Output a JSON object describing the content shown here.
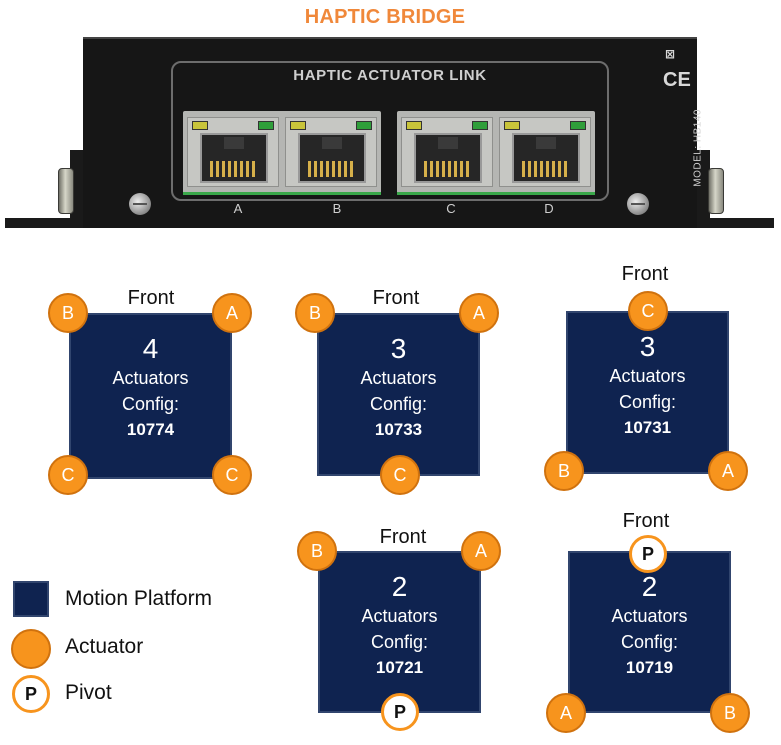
{
  "header": {
    "title": "HAPTIC BRIDGE"
  },
  "device": {
    "panel_label": "HAPTIC ACTUATOR LINK",
    "ports": [
      "A",
      "B",
      "C",
      "D"
    ],
    "model": "MODEL: HB140",
    "ce_mark": "CE"
  },
  "configs": [
    {
      "front": "Front",
      "count": "4",
      "line1": "Actuators",
      "line2": "Config:",
      "code": "10774",
      "markers": {
        "top_left": "B",
        "top_right": "A",
        "bottom_left": "C",
        "bottom_right": "C"
      }
    },
    {
      "front": "Front",
      "count": "3",
      "line1": "Actuators",
      "line2": "Config:",
      "code": "10733",
      "markers": {
        "top_left": "B",
        "top_right": "A",
        "bottom_center": "C"
      }
    },
    {
      "front": "Front",
      "count": "3",
      "line1": "Actuators",
      "line2": "Config:",
      "code": "10731",
      "markers": {
        "top_center": "C",
        "bottom_left": "B",
        "bottom_right": "A"
      }
    },
    {
      "front": "Front",
      "count": "2",
      "line1": "Actuators",
      "line2": "Config:",
      "code": "10721",
      "markers": {
        "top_left": "B",
        "top_right": "A",
        "bottom_center_pivot": "P"
      }
    },
    {
      "front": "Front",
      "count": "2",
      "line1": "Actuators",
      "line2": "Config:",
      "code": "10719",
      "markers": {
        "top_center_pivot": "P",
        "bottom_left": "A",
        "bottom_right": "B"
      }
    }
  ],
  "legend": {
    "platform": "Motion Platform",
    "actuator": "Actuator",
    "pivot_symbol": "P",
    "pivot": "Pivot"
  },
  "colors": {
    "platform": "#0f2350",
    "actuator": "#f7941d",
    "title": "#f0883a"
  }
}
